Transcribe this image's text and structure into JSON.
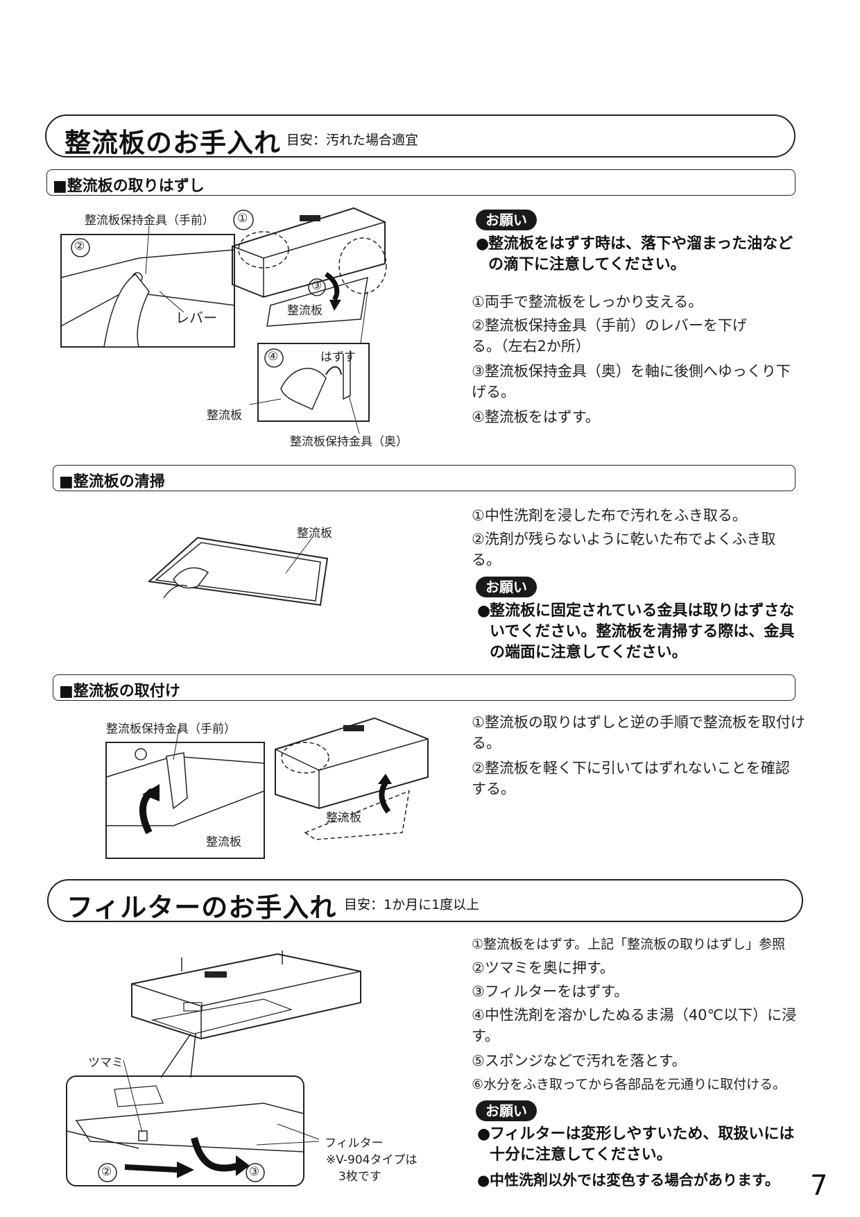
{
  "sec1": {
    "title": "整流板のお手入れ",
    "sub": "目安：汚れた場合適宜"
  },
  "remove": {
    "heading": "■整流板の取りはずし",
    "badge": "お願い",
    "note": "整流板をはずす時は、落下や溜まった油などの滴下に注意してください。",
    "steps": [
      "①両手で整流板をしっかり支える。",
      "②整流板保持金具（手前）のレバーを下げる。（左右2か所）",
      "③整流板保持金具（奥）を軸に後側へゆっくり下げる。",
      "④整流板をはずす。"
    ],
    "labels": {
      "front_bracket": "整流板保持金具（手前）",
      "lever": "レバー",
      "plate": "整流板",
      "plate2": "整流板",
      "remove_word": "はずす",
      "back_bracket": "整流板保持金具（奥）",
      "n1": "①",
      "n2": "②",
      "n3": "③",
      "n4": "④"
    }
  },
  "clean": {
    "heading": "■整流板の清掃",
    "steps": [
      "①中性洗剤を浸した布で汚れをふき取る。",
      "②洗剤が残らないように乾いた布でよくふき取る。"
    ],
    "badge": "お願い",
    "note": "整流板に固定されている金具は取りはずさないでください。整流板を清掃する際は、金具の端面に注意してください。",
    "label": "整流板"
  },
  "attach": {
    "heading": "■整流板の取付け",
    "steps": [
      "①整流板の取りはずしと逆の手順で整流板を取付ける。",
      "②整流板を軽く下に引いてはずれないことを確認する。"
    ],
    "labels": {
      "front_bracket": "整流板保持金具（手前）",
      "plate": "整流板",
      "plate2": "整流板"
    }
  },
  "sec2": {
    "title": "フィルターのお手入れ",
    "sub": "目安：1か月に1度以上"
  },
  "filter": {
    "steps": [
      "①整流板をはずす。上記「整流板の取りはずし」参照",
      "②ツマミを奥に押す。",
      "③フィルターをはずす。",
      "④中性洗剤を溶かしたぬるま湯（40℃以下）に浸す。",
      "⑤スポンジなどで汚れを落とす。",
      "⑥水分をふき取ってから各部品を元通りに取付ける。"
    ],
    "badge": "お願い",
    "notes": [
      "フィルターは変形しやすいため、取扱いには十分に注意してください。",
      "中性洗剤以外では変色する場合があります。"
    ],
    "labels": {
      "knob": "ツマミ",
      "filter": "フィルター",
      "note1": "※V-904タイプは",
      "note2": "3枚です",
      "n2": "②",
      "n3": "③"
    }
  },
  "bullet": "●",
  "page": "7"
}
